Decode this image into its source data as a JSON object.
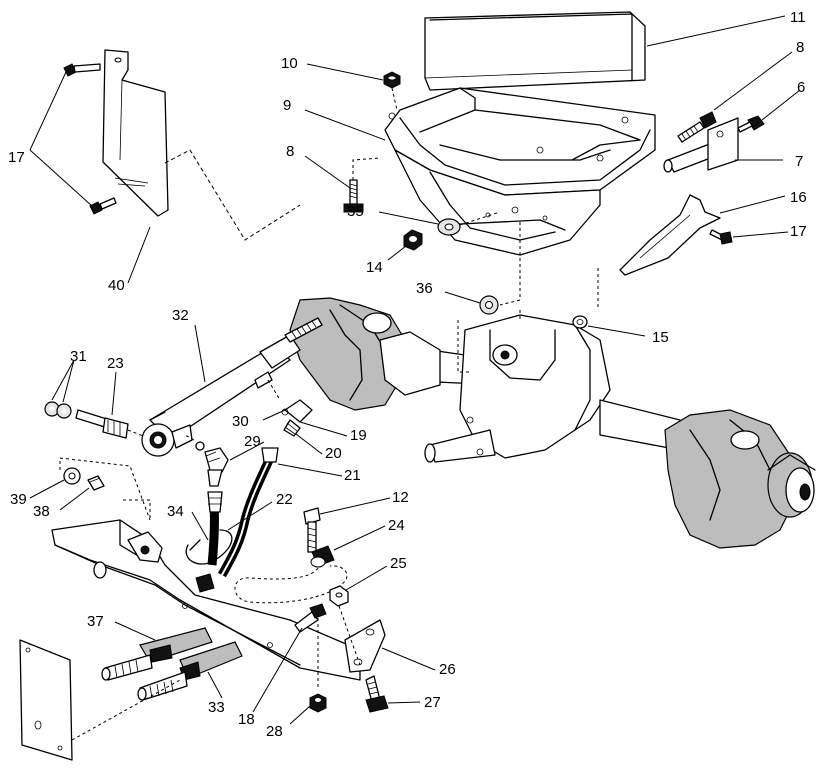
{
  "labels": {
    "n1": "11",
    "n2": "8",
    "n3": "6",
    "n4": "7",
    "n5": "16",
    "n6": "17",
    "n7": "10",
    "n8": "9",
    "n9": "8",
    "n10": "35",
    "n11": "14",
    "n12": "17",
    "n13": "40",
    "n14": "36",
    "n15": "15",
    "n16": "32",
    "n17": "31",
    "n18": "23",
    "n19": "30",
    "n20": "19",
    "n21": "29",
    "n22": "20",
    "n23": "21",
    "n24": "39",
    "n25": "38",
    "n26": "22",
    "n27": "12",
    "n28": "34",
    "n29": "24",
    "n30": "25",
    "n31": "37",
    "n32": "26",
    "n33": "27",
    "n34": "33",
    "n35": "18",
    "n36": "28"
  }
}
